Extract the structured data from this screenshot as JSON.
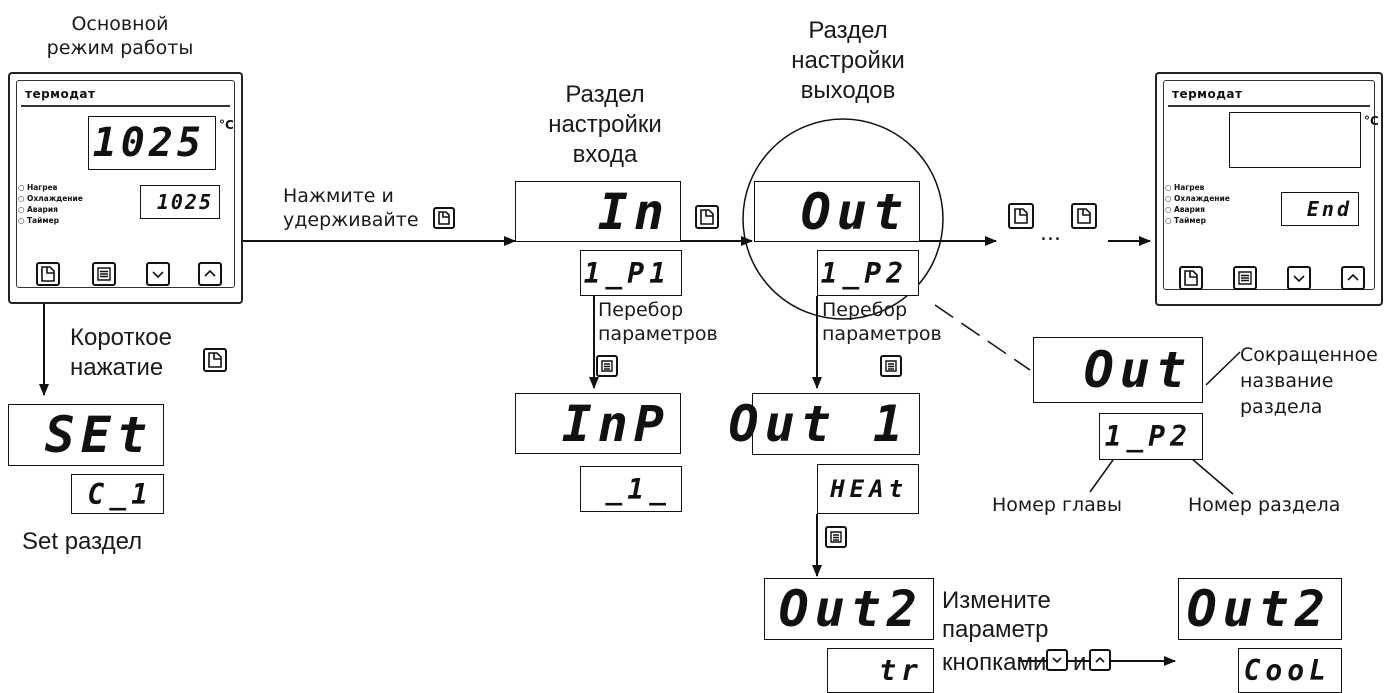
{
  "labels": {
    "main_mode": [
      "Основной",
      "режим работы"
    ],
    "press_hold": [
      "Нажмите и",
      "удерживайте"
    ],
    "input_section": [
      "Раздел",
      "настройки",
      "входа"
    ],
    "output_section": [
      "Раздел",
      "настройки",
      "выходов"
    ],
    "short_press": [
      "Короткое",
      "нажатие"
    ],
    "set_section": "Set раздел",
    "param_cycle_1": [
      "Перебор",
      "параметров"
    ],
    "param_cycle_2": [
      "Перебор",
      "параметров"
    ],
    "short_name": [
      "Сокращенное",
      "название",
      "раздела"
    ],
    "chapter_number": "Номер главы",
    "section_number": "Номер раздела",
    "change_param": [
      "Измените",
      "параметр",
      "кнопками",
      "и"
    ],
    "ellipsis": "..."
  },
  "device_main": {
    "brand": "термодат",
    "top_display": "1025",
    "unit": "°C",
    "bottom_display": "1025",
    "indicators": [
      "Нагрев",
      "Охлаждение",
      "Авария",
      "Таймер"
    ]
  },
  "device_end": {
    "brand": "термодат",
    "top_display": "",
    "unit": "°C",
    "bottom_display": "End",
    "indicators": [
      "Нагрев",
      "Охлаждение",
      "Авария",
      "Таймер"
    ]
  },
  "displays": {
    "set": "SEt",
    "set_sub": "C_1",
    "in": "In",
    "in_sub": "1_P1",
    "inp": "InP",
    "inp_sub": "_1_",
    "out": "Out",
    "out_sub": "1_P2",
    "out1": "Out 1",
    "out1_sub": "HEAt",
    "out2": "Out2",
    "out2_sub": "tr",
    "out2b": "Out2",
    "out2b_sub": "CooL",
    "legend_out": "Out",
    "legend_sub": "1_P2"
  },
  "icons": [
    "page-button-icon",
    "menu-button-icon",
    "down-button-icon",
    "up-button-icon"
  ]
}
